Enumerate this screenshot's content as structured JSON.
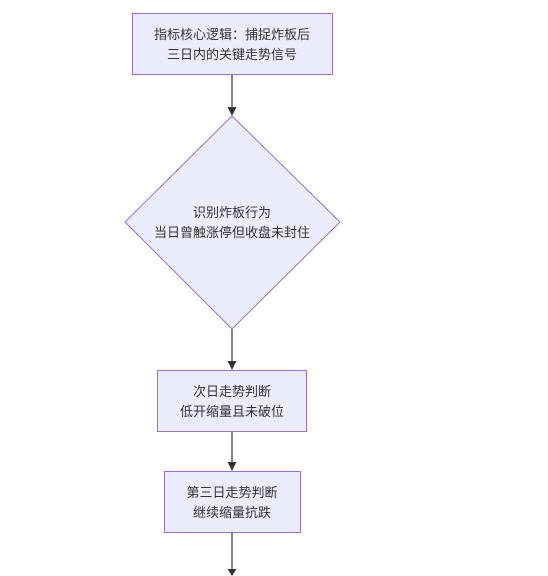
{
  "diagram": {
    "type": "flowchart",
    "direction": "top-down",
    "nodes": [
      {
        "id": "n1",
        "shape": "rect",
        "lines": [
          "指标核心逻辑：捕捉炸板后",
          "三日内的关键走势信号"
        ]
      },
      {
        "id": "n2",
        "shape": "diamond",
        "lines": [
          "识别炸板行为",
          "当日曾触涨停但收盘未封住"
        ]
      },
      {
        "id": "n3",
        "shape": "rect",
        "lines": [
          "次日走势判断",
          "低开缩量且未破位"
        ]
      },
      {
        "id": "n4",
        "shape": "rect",
        "lines": [
          "第三日走势判断",
          "继续缩量抗跌"
        ]
      }
    ],
    "edges": [
      {
        "from": "n1",
        "to": "n2"
      },
      {
        "from": "n2",
        "to": "n3"
      },
      {
        "from": "n3",
        "to": "n4"
      },
      {
        "from": "n4",
        "to": "next"
      }
    ],
    "colors": {
      "node_fill": "#ececff",
      "node_stroke": "#9370db",
      "edge": "#333333",
      "text": "#333333",
      "background": "#ffffff"
    }
  }
}
